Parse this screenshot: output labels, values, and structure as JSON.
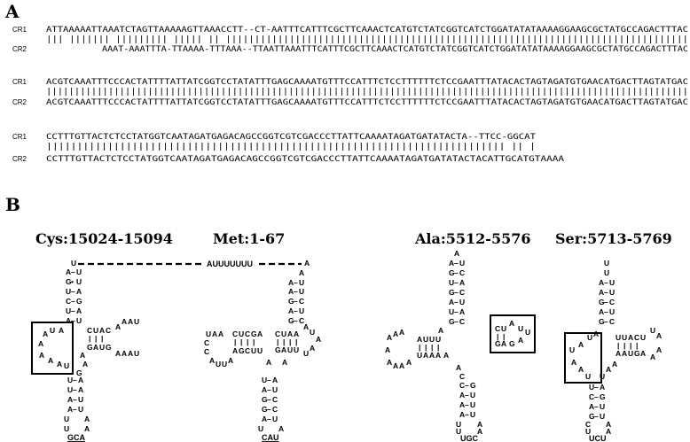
{
  "panelA": {
    "label": "A",
    "blocks": [
      {
        "top": "ATTAAAAATTAAATCTAGTTAAAAAGTTAAACCTT--CT-AATTTCATTTCGCTTCAAACTCATGTCTATCGGTCATCTGGATATATAAAAGGAAGCGCTATGCCAGACTTTAC",
        "bars": " ||| ||||||| |||||||||  |||||  ||   ||||||||||||||||||||||||||||||||||||||||||||||||||||||||||||||||||||||||||||||||",
        "bottom": "AAAT-AAATTTA-TTAAAA-TTTAAA--TTAATTAAATTTCATTTCGCTTCAAACTCATGTCTATCGGTCATCTGGATATATAAAAGGAAGCGCTATGCCAGACTTTAC"
      },
      {
        "top": "ACGTCAAATTTCCCACTATTTTATTATCGGTCCTATATTTGAGCAAAATGTTTCCATTTCTCCTTTTTTCTCCGAATTTATACACTAGTAGATGTGAACATGACTTAGTATGAC",
        "bars": "||||||||||||||||||||||||||||||||||||||||||||||||||||||||||||||||||||||||||||||||||||||||||||||||||||||||||||||||||",
        "bottom": "ACGTCAAATTTCCCACTATTTTATTATCGGTCCTATATTTGAGCAAAATGTTTCCATTTCTCCTTTTTTCTCCGAATTTATACACTAGTAGATGTGAACATGACTTAGTATGAC"
      },
      {
        "top": "CCTTTGTTACTCTCCTATGGTCAATAGATGAGACAGCCGGTCGTCGACCCTTATTCAAAATAGATGATATACTA--TTCC-GGCAT",
        "bars": "|||||||||||||||||||||||||||||||||||||||||||||||||||||||||||||||||||||||||||   ||   |",
        "bottom": "CCTTTGTTACTCTCCTATGGTCAATAGATGAGACAGCCGGTCGTCGACCCTTATTCAAAATAGATGATATACTACATTGCATGTAAAA"
      }
    ],
    "row_labels": [
      "CR1",
      "CR2"
    ]
  },
  "panelB": {
    "label": "B",
    "titles": [
      "Cys:15024-15094",
      "Met:1-67",
      "Ala:5512-5576",
      "Ser:5713-5769"
    ],
    "linker": "AUUUUUUU",
    "anticodons": [
      "GCA",
      "CAU",
      "UGC",
      "UCU"
    ]
  }
}
